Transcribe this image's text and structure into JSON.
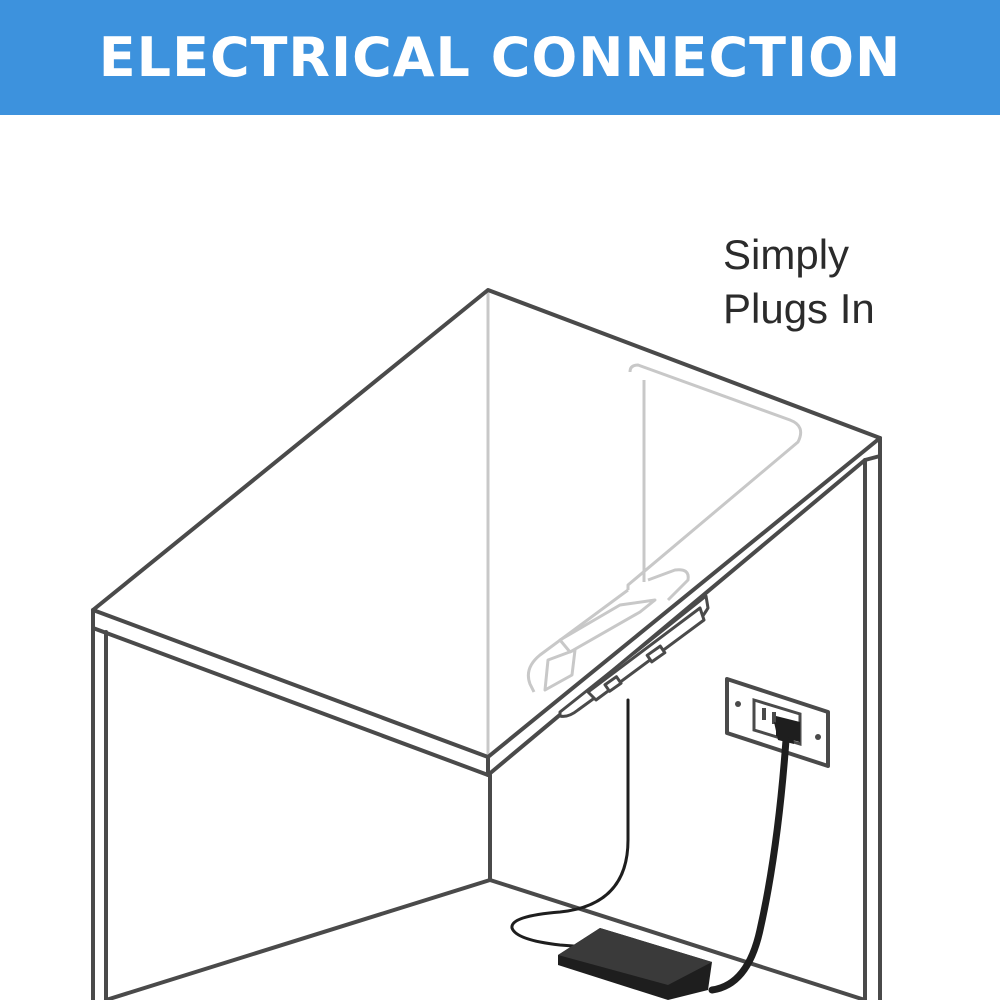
{
  "header": {
    "title": "ELECTRICAL CONNECTION",
    "background_color": "#3d92dd",
    "text_color": "#ffffff"
  },
  "callout": {
    "line1": "Simply",
    "line2": "Plugs In"
  },
  "colors": {
    "outline": "#4a4a4a",
    "faint_outline": "#c8c8c8",
    "cable": "#1e1e1e"
  },
  "icons": {
    "outlet": "wall-outlet-icon",
    "adapter": "power-adapter-icon",
    "hub": "power-hub-icon",
    "plug": "power-plug-icon"
  }
}
